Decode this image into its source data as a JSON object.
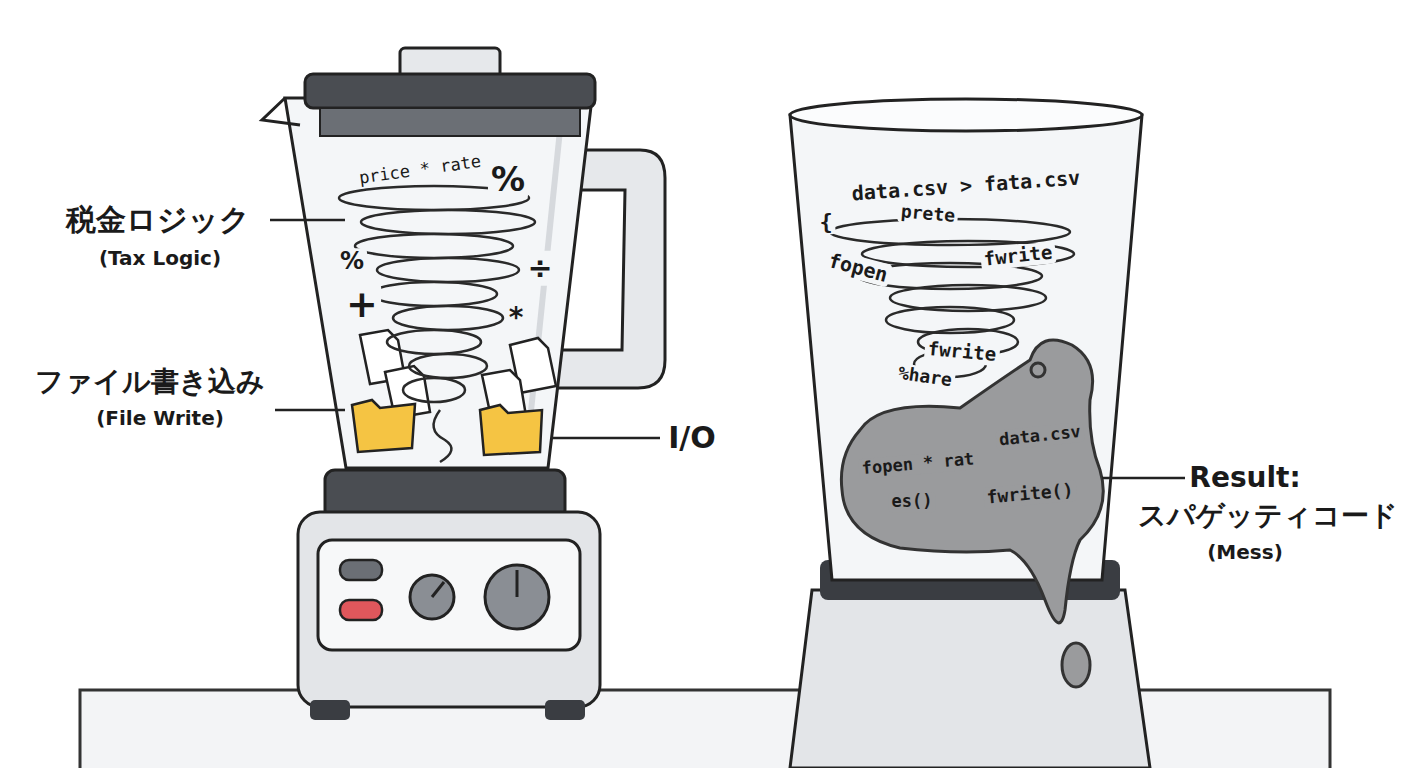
{
  "diagram": {
    "labels": [
      "税金ロジック",
      "(Tax Logic)",
      "ファイル書き込み",
      "(File Write)",
      "I/O",
      "Result:",
      "スパゲッティコード",
      "(Mess)",
      "price * rate",
      "%",
      "%",
      "+",
      "÷",
      "*",
      "data.csv > fata.csv",
      "{",
      "prete",
      "fwrite",
      "fopen",
      "fwrite",
      "%hare",
      "data.csv",
      "fopen * rat",
      "fwrite()",
      "es()"
    ]
  }
}
